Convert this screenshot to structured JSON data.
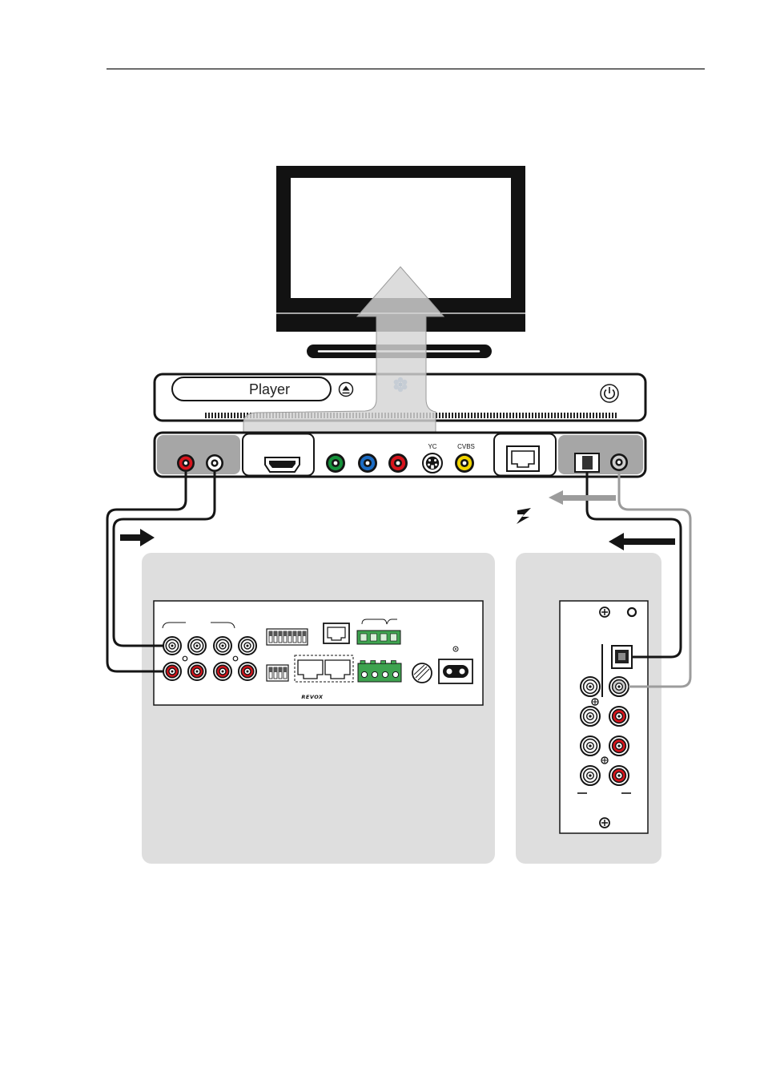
{
  "diagram": {
    "player_front": {
      "display_label": "Player"
    },
    "player_back": {
      "yc_label": "YC",
      "cvbs_label": "CVBS"
    },
    "audio_device": {
      "brand_logo": "REVOX"
    }
  },
  "icons": {
    "eject": "eject-icon",
    "power": "power-icon",
    "player_logo": "player-logo-icon",
    "hdmi": "hdmi-port-icon",
    "ethernet": "ethernet-port-icon",
    "optical": "optical-port-icon",
    "video_signal": "arrow-up-icon",
    "analog_signal": "arrow-right-icon",
    "digital_signal": "arrow-left-icon",
    "digital_signal_alt": "arrow-left-gray-icon",
    "screw": "screw-icon"
  },
  "colors": {
    "jack_red": "#d7141c",
    "jack_green": "#15913a",
    "jack_blue": "#1c6cc4",
    "jack_yellow": "#f2d500",
    "jack_white": "#ffffff",
    "jack_coax_gray": "#cdcdcd",
    "panel_gray": "#dedede",
    "back_section_gray": "#a6a6a6",
    "video_arrow_gray": "#d4d4d4",
    "coax_cable_gray": "#9c9c9c",
    "terminal_green": "#3ea34f",
    "line_black": "#151515"
  }
}
